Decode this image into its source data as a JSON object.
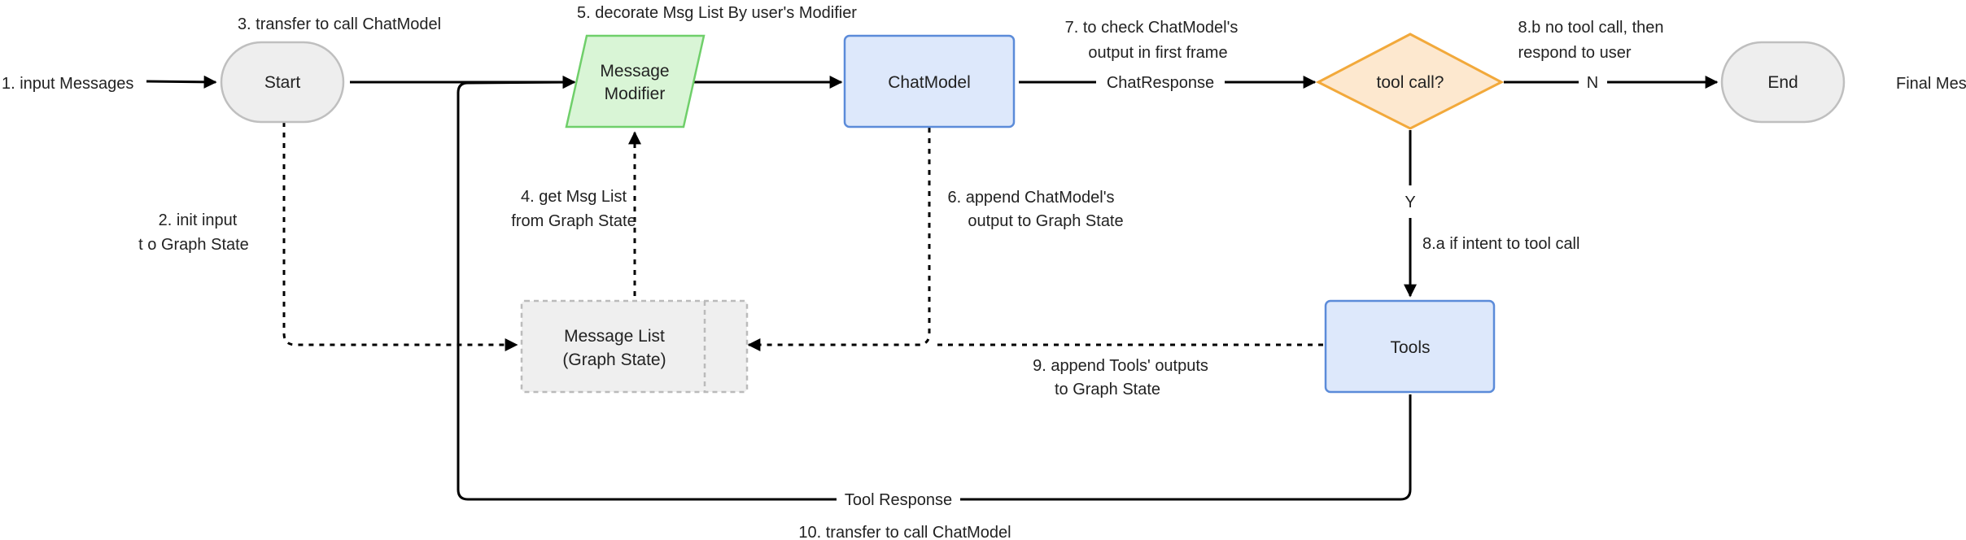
{
  "colors": {
    "terminal_fill": "#eeeeee",
    "terminal_stroke": "#bfbfbf",
    "modifier_fill": "#d9f5d6",
    "modifier_stroke": "#6fcf6a",
    "process_fill": "#dde8fb",
    "process_stroke": "#5b8bd9",
    "decision_fill": "#fde8cf",
    "decision_stroke": "#f2a93b",
    "state_fill": "#efefef",
    "state_stroke": "#bbbbbb",
    "line": "#000000",
    "text": "#222222"
  },
  "nodes": {
    "start": "Start",
    "modifier": [
      "Message",
      "Modifier"
    ],
    "chatmodel": "ChatModel",
    "decision": "tool call?",
    "end": "End",
    "tools": "Tools",
    "msglist": [
      "Message List",
      "(Graph State)"
    ]
  },
  "labels": {
    "input": "1. input Messages",
    "init_state": [
      "2. init input",
      "t o Graph State"
    ],
    "transfer_start": "3. transfer to call ChatModel",
    "get_list": [
      "4. get Msg List",
      "from Graph State"
    ],
    "decorate": "5. decorate Msg List By user's Modifier",
    "append_chat": [
      "6. append ChatModel's",
      "output to Graph State"
    ],
    "check_output": [
      "7. to check ChatModel's",
      "output in first frame"
    ],
    "chat_response": "ChatResponse",
    "no_tool": [
      "8.b no tool call, then",
      "respond to user"
    ],
    "no": "N",
    "final": "Final Message",
    "yes": "Y",
    "intent_tool": "8.a if intent to tool  call",
    "append_tools": [
      "9. append Tools' outputs",
      "to Graph State"
    ],
    "tool_response": "Tool Response",
    "transfer_tool": "10. transfer to  call ChatModel"
  }
}
